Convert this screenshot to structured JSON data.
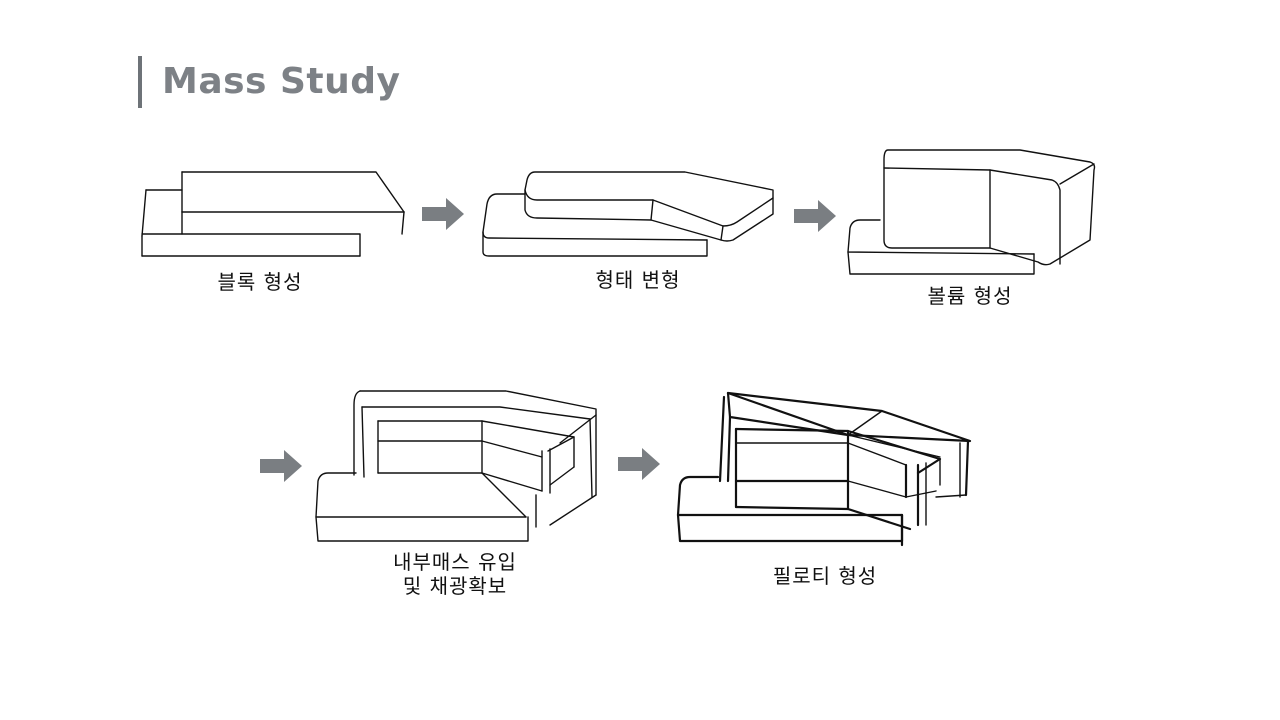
{
  "slide": {
    "title": "Mass Study",
    "accent_color": "#7a7e82"
  },
  "steps": [
    {
      "label": "블록 형성"
    },
    {
      "label": "형태 변형"
    },
    {
      "label": "볼륨 형성"
    },
    {
      "label_line1": "내부매스 유입",
      "label_line2": "및 채광확보"
    },
    {
      "label": "필로티 형성"
    }
  ],
  "arrows": [
    "arrow-right-icon",
    "arrow-right-icon",
    "arrow-right-icon",
    "arrow-right-icon"
  ]
}
